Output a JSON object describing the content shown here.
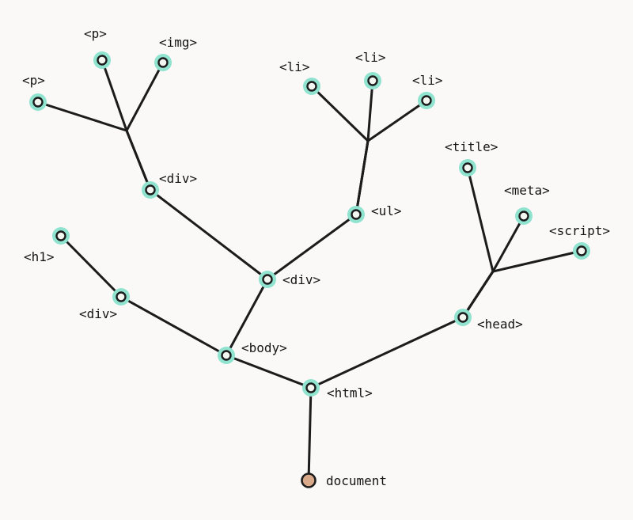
{
  "diagram": {
    "nodes": [
      {
        "id": "document",
        "label": "document",
        "kind": "root"
      },
      {
        "id": "html",
        "label": "<html>",
        "kind": "element"
      },
      {
        "id": "body",
        "label": "<body>",
        "kind": "element"
      },
      {
        "id": "head",
        "label": "<head>",
        "kind": "element"
      },
      {
        "id": "div-left",
        "label": "<div>",
        "kind": "element"
      },
      {
        "id": "h1",
        "label": "<h1>",
        "kind": "element"
      },
      {
        "id": "div-mid",
        "label": "<div>",
        "kind": "element"
      },
      {
        "id": "div-top",
        "label": "<div>",
        "kind": "element"
      },
      {
        "id": "p-left",
        "label": "<p>",
        "kind": "element"
      },
      {
        "id": "p-top",
        "label": "<p>",
        "kind": "element"
      },
      {
        "id": "img",
        "label": "<img>",
        "kind": "element"
      },
      {
        "id": "ul",
        "label": "<ul>",
        "kind": "element"
      },
      {
        "id": "li-1",
        "label": "<li>",
        "kind": "element"
      },
      {
        "id": "li-2",
        "label": "<li>",
        "kind": "element"
      },
      {
        "id": "li-3",
        "label": "<li>",
        "kind": "element"
      },
      {
        "id": "title",
        "label": "<title>",
        "kind": "element"
      },
      {
        "id": "meta",
        "label": "<meta>",
        "kind": "element"
      },
      {
        "id": "script",
        "label": "<script>",
        "kind": "element"
      }
    ],
    "edges": [
      [
        "document",
        "html"
      ],
      [
        "html",
        "body"
      ],
      [
        "html",
        "head"
      ],
      [
        "body",
        "div-left"
      ],
      [
        "div-left",
        "h1"
      ],
      [
        "body",
        "div-mid"
      ],
      [
        "div-mid",
        "div-top"
      ],
      [
        "div-top",
        "p-left"
      ],
      [
        "div-top",
        "p-top"
      ],
      [
        "div-top",
        "img"
      ],
      [
        "div-mid",
        "ul"
      ],
      [
        "ul",
        "li-1"
      ],
      [
        "ul",
        "li-2"
      ],
      [
        "ul",
        "li-3"
      ],
      [
        "head",
        "title"
      ],
      [
        "head",
        "meta"
      ],
      [
        "head",
        "script"
      ]
    ],
    "colors": {
      "node_highlight": "#8fe3cf",
      "root_fill": "#d9a989",
      "stroke": "#1c1c1c"
    }
  }
}
